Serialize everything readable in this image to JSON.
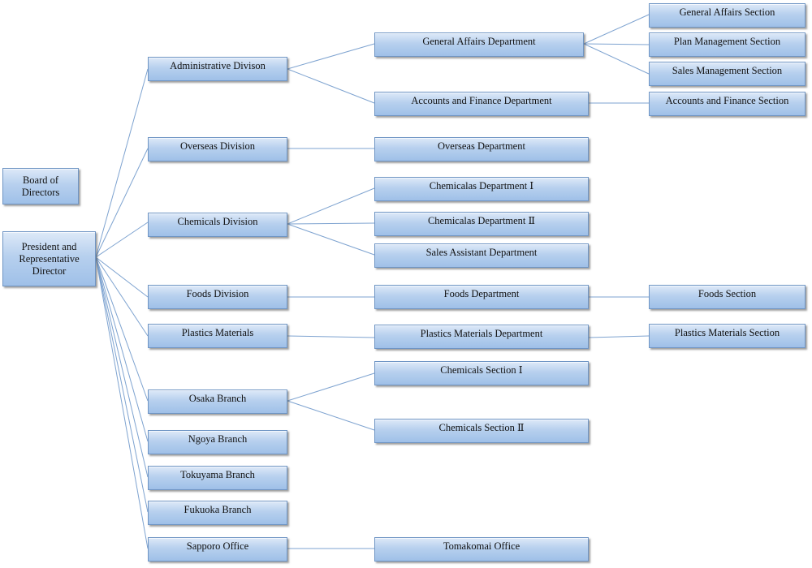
{
  "board": "Board of Directors",
  "president": "President and Representative Director",
  "divisions": {
    "administrative": "Administrative Divison",
    "overseas": "Overseas Division",
    "chemicals": "Chemicals Division",
    "foods": "Foods Division",
    "plastics": "Plastics Materials",
    "osaka": "Osaka Branch",
    "ngoya": "Ngoya Branch",
    "tokuyama": "Tokuyama Branch",
    "fukuoka": "Fukuoka Branch",
    "sapporo": "Sapporo Office"
  },
  "departments": {
    "general_affairs": "General Affairs Department",
    "accounts_finance": "Accounts and Finance Department",
    "overseas": "Overseas Department",
    "chemicals_1": "Chemicalas Department Ⅰ",
    "chemicals_2": "Chemicalas Department Ⅱ",
    "sales_assistant": "Sales Assistant Department",
    "foods": "Foods Department",
    "plastics": "Plastics Materials Department",
    "chem_section_1": "Chemicals Section Ⅰ",
    "chem_section_2": "Chemicals Section Ⅱ",
    "tomakomai": "Tomakomai Office"
  },
  "sections": {
    "general_affairs": "General Affairs Section",
    "plan_management": "Plan Management Section",
    "sales_management": "Sales Management Section",
    "accounts_finance": "Accounts and Finance Section",
    "foods": "Foods Section",
    "plastics": "Plastics Materials Section"
  },
  "colors": {
    "box_fill": "#b7d0ee",
    "box_border": "#6f95c4",
    "connector": "#7ea3d0"
  }
}
